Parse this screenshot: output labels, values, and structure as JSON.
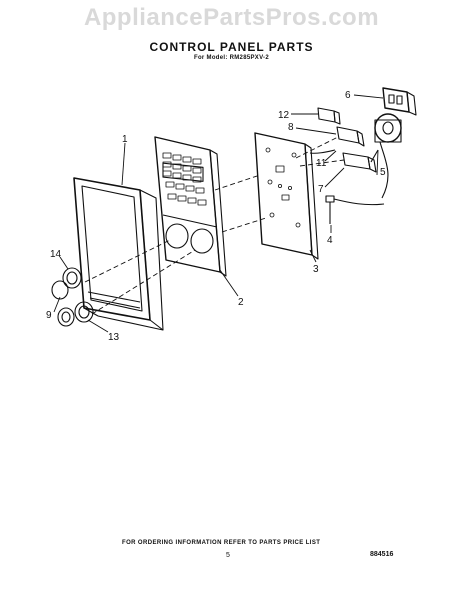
{
  "watermark": "AppliancePartsPros.com",
  "header": {
    "title": "CONTROL PANEL PARTS",
    "subtitle": "For Model: RM285PXV-2"
  },
  "callouts": [
    {
      "id": "1",
      "label": "1"
    },
    {
      "id": "2",
      "label": "2"
    },
    {
      "id": "3",
      "label": "3"
    },
    {
      "id": "4",
      "label": "4"
    },
    {
      "id": "5",
      "label": "5"
    },
    {
      "id": "6",
      "label": "6"
    },
    {
      "id": "7",
      "label": "7"
    },
    {
      "id": "8",
      "label": "8"
    },
    {
      "id": "9",
      "label": "9"
    },
    {
      "id": "11",
      "label": "11"
    },
    {
      "id": "12",
      "label": "12"
    },
    {
      "id": "13",
      "label": "13"
    },
    {
      "id": "14",
      "label": "14"
    }
  ],
  "footer": {
    "note": "FOR ORDERING INFORMATION REFER TO PARTS PRICE LIST",
    "page": "5",
    "figure": "884516"
  }
}
